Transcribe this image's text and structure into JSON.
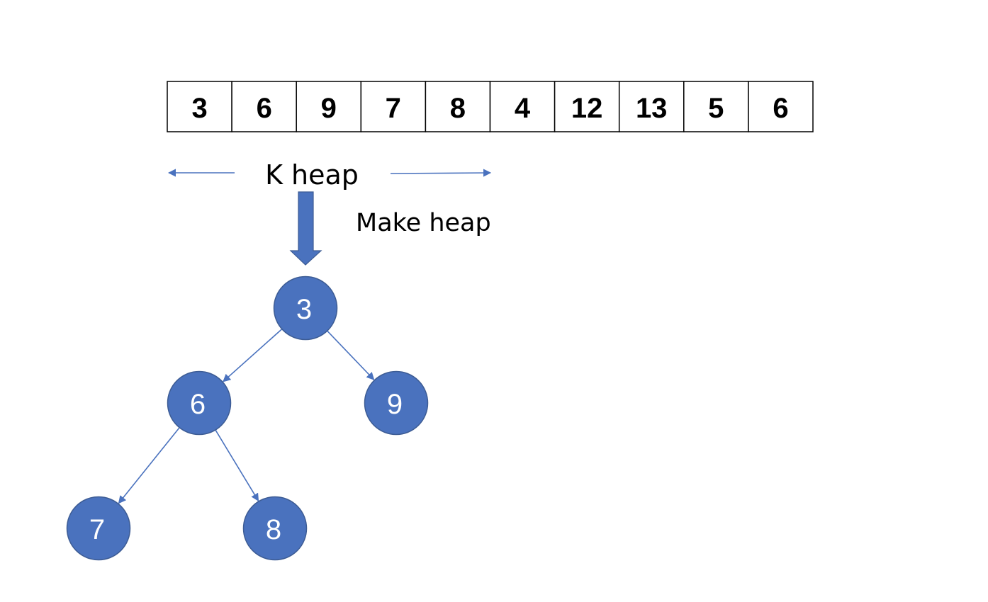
{
  "array": {
    "cells": [
      "3",
      "6",
      "9",
      "7",
      "8",
      "4",
      "12",
      "13",
      "5",
      "6"
    ]
  },
  "window_label": "K heap",
  "step_label": "Make heap",
  "heap": {
    "nodes": [
      {
        "id": "n0",
        "value": "3"
      },
      {
        "id": "n1",
        "value": "6"
      },
      {
        "id": "n2",
        "value": "9"
      },
      {
        "id": "n3",
        "value": "7"
      },
      {
        "id": "n4",
        "value": "8"
      }
    ],
    "edges": [
      {
        "from": "n0",
        "to": "n1"
      },
      {
        "from": "n0",
        "to": "n2"
      },
      {
        "from": "n1",
        "to": "n3"
      },
      {
        "from": "n1",
        "to": "n4"
      }
    ]
  },
  "colors": {
    "node_fill": "#4a72be",
    "arrow": "#4a72be",
    "cell_border": "#000000"
  }
}
